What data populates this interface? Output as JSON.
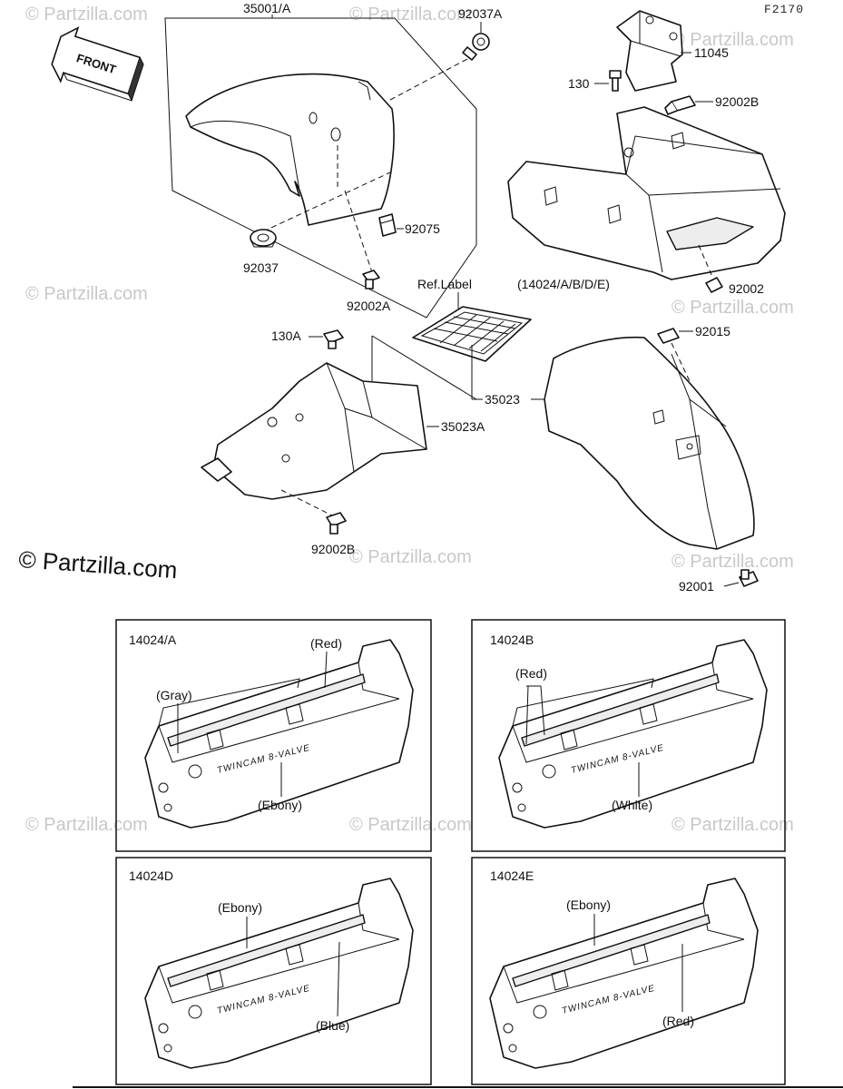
{
  "figure_code": "F2170",
  "front_label": "FRONT",
  "watermark": "© Partzilla.com",
  "main_watermark": "© Partzilla.com",
  "parts": {
    "front_fender": "35001/A",
    "clamp": "92037A",
    "bracket": "11045",
    "bolt_130": "130",
    "bolt_92002b_top": "92002B",
    "grommet_92037": "92037",
    "damper_92075": "92075",
    "bolt_92002a": "92002A",
    "ref_label": "Ref.Label",
    "tail_cover": "(14024/A/B/D/E)",
    "bolt_92002": "92002",
    "bolt_130a": "130A",
    "nut_92015": "92015",
    "rear_fender_front": "35023",
    "rear_fender_bracket": "35023A",
    "bolt_92002b_bottom": "92002B",
    "bolt_92001": "92001"
  },
  "variants": [
    {
      "code": "14024/A",
      "colors": [
        "(Red)",
        "(Gray)",
        "(Ebony)"
      ]
    },
    {
      "code": "14024B",
      "colors": [
        "(Red)",
        "(White)"
      ]
    },
    {
      "code": "14024D",
      "colors": [
        "(Ebony)",
        "(Blue)"
      ]
    },
    {
      "code": "14024E",
      "colors": [
        "(Ebony)",
        "(Red)"
      ]
    }
  ],
  "decal_text": "TWINCAM 8-VALVE"
}
